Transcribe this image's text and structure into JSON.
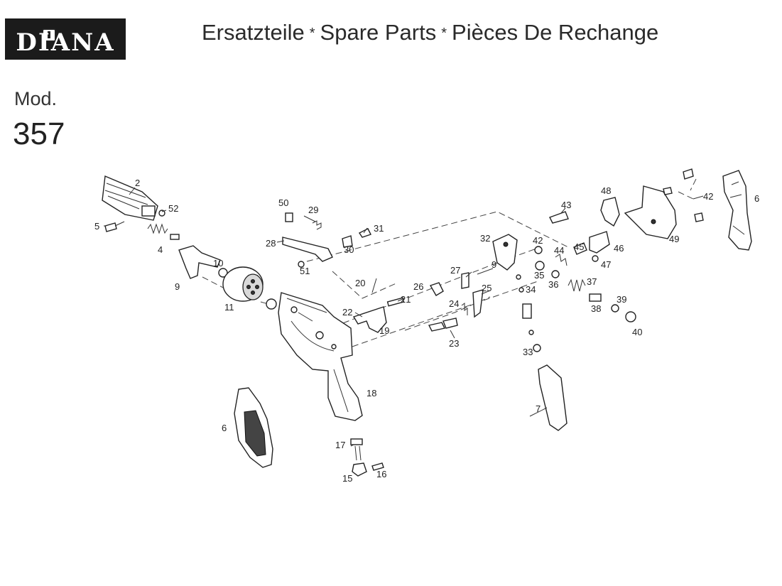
{
  "brand": {
    "logo_text": "DIANA"
  },
  "header": {
    "title_de": "Ersatzteile",
    "title_en": "Spare Parts",
    "title_fr": "Pièces De Rechange",
    "separator": "*"
  },
  "model": {
    "label": "Mod.",
    "number": "357"
  },
  "parts": [
    {
      "id": "p2",
      "text": "2"
    },
    {
      "id": "p52",
      "text": "52"
    },
    {
      "id": "p5",
      "text": "5"
    },
    {
      "id": "p4",
      "text": "4"
    },
    {
      "id": "p10",
      "text": "10"
    },
    {
      "id": "p9",
      "text": "9"
    },
    {
      "id": "p11",
      "text": "11"
    },
    {
      "id": "p50",
      "text": "50"
    },
    {
      "id": "p29",
      "text": "29"
    },
    {
      "id": "p31",
      "text": "31"
    },
    {
      "id": "p28",
      "text": "28"
    },
    {
      "id": "p30",
      "text": "30"
    },
    {
      "id": "p51",
      "text": "51"
    },
    {
      "id": "p20",
      "text": "20"
    },
    {
      "id": "p21",
      "text": "21"
    },
    {
      "id": "p22",
      "text": "22"
    },
    {
      "id": "p19",
      "text": "19"
    },
    {
      "id": "p18",
      "text": "18"
    },
    {
      "id": "p26",
      "text": "26"
    },
    {
      "id": "p27",
      "text": "27"
    },
    {
      "id": "p9b",
      "text": "9"
    },
    {
      "id": "p25",
      "text": "25"
    },
    {
      "id": "p24",
      "text": "24"
    },
    {
      "id": "p23",
      "text": "23"
    },
    {
      "id": "p32",
      "text": "32"
    },
    {
      "id": "p43",
      "text": "43"
    },
    {
      "id": "p42a",
      "text": "42"
    },
    {
      "id": "p35",
      "text": "35"
    },
    {
      "id": "p34",
      "text": "34"
    },
    {
      "id": "p44",
      "text": "44"
    },
    {
      "id": "p45",
      "text": "45"
    },
    {
      "id": "p46",
      "text": "46"
    },
    {
      "id": "p47",
      "text": "47"
    },
    {
      "id": "p36",
      "text": "36"
    },
    {
      "id": "p37",
      "text": "37"
    },
    {
      "id": "p38",
      "text": "38"
    },
    {
      "id": "p39",
      "text": "39"
    },
    {
      "id": "p40",
      "text": "40"
    },
    {
      "id": "p33",
      "text": "33"
    },
    {
      "id": "p7",
      "text": "7"
    },
    {
      "id": "p48",
      "text": "48"
    },
    {
      "id": "p49",
      "text": "49"
    },
    {
      "id": "p42b",
      "text": "42"
    },
    {
      "id": "p6a",
      "text": "6"
    },
    {
      "id": "p6b",
      "text": "6"
    },
    {
      "id": "p17",
      "text": "17"
    },
    {
      "id": "p15",
      "text": "15"
    },
    {
      "id": "p16",
      "text": "16"
    }
  ]
}
